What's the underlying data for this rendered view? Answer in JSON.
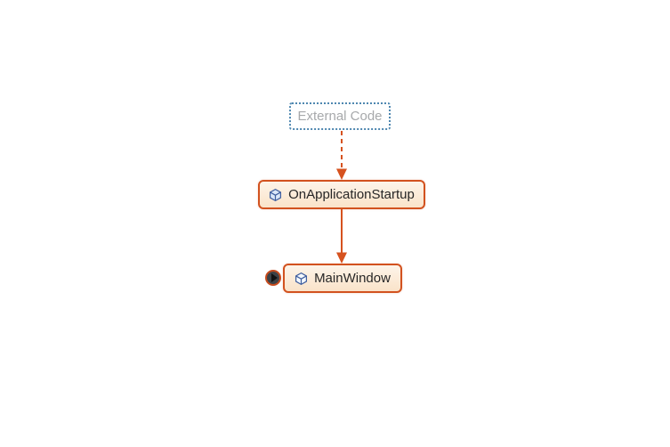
{
  "diagram_type": "code-map-call-graph",
  "colors": {
    "canvas_bg": "#ffffff",
    "edge_color": "#d6521f",
    "node_border": "#d2521f",
    "node_fill_top": "#fdf4e9",
    "node_fill_bottom": "#fae3c9",
    "node_text": "#262626",
    "external_border": "#4e87b0",
    "external_text": "#a7a9ab",
    "icon_stroke": "#3f5e9e",
    "icon_fill": "#dbe7f8",
    "expander_ring": "#c64b1e",
    "expander_disc": "#3d4247",
    "expander_glyph": "#121212"
  },
  "nodes": [
    {
      "id": "external-code",
      "label": "External Code",
      "type": "external",
      "icon": null
    },
    {
      "id": "on-application-startup",
      "label": "OnApplicationStartup",
      "type": "method",
      "icon": "cube-method-icon"
    },
    {
      "id": "main-window",
      "label": "MainWindow",
      "type": "method",
      "icon": "cube-method-icon"
    }
  ],
  "edges": [
    {
      "from": "External Code",
      "to": "OnApplicationStartup",
      "style": "dashed",
      "direction": "down"
    },
    {
      "from": "OnApplicationStartup",
      "to": "MainWindow",
      "style": "solid",
      "direction": "down"
    }
  ],
  "controls": {
    "expander": {
      "attached_to": "MainWindow",
      "state": "collapsed",
      "icon": "expand-arrow-icon"
    }
  }
}
